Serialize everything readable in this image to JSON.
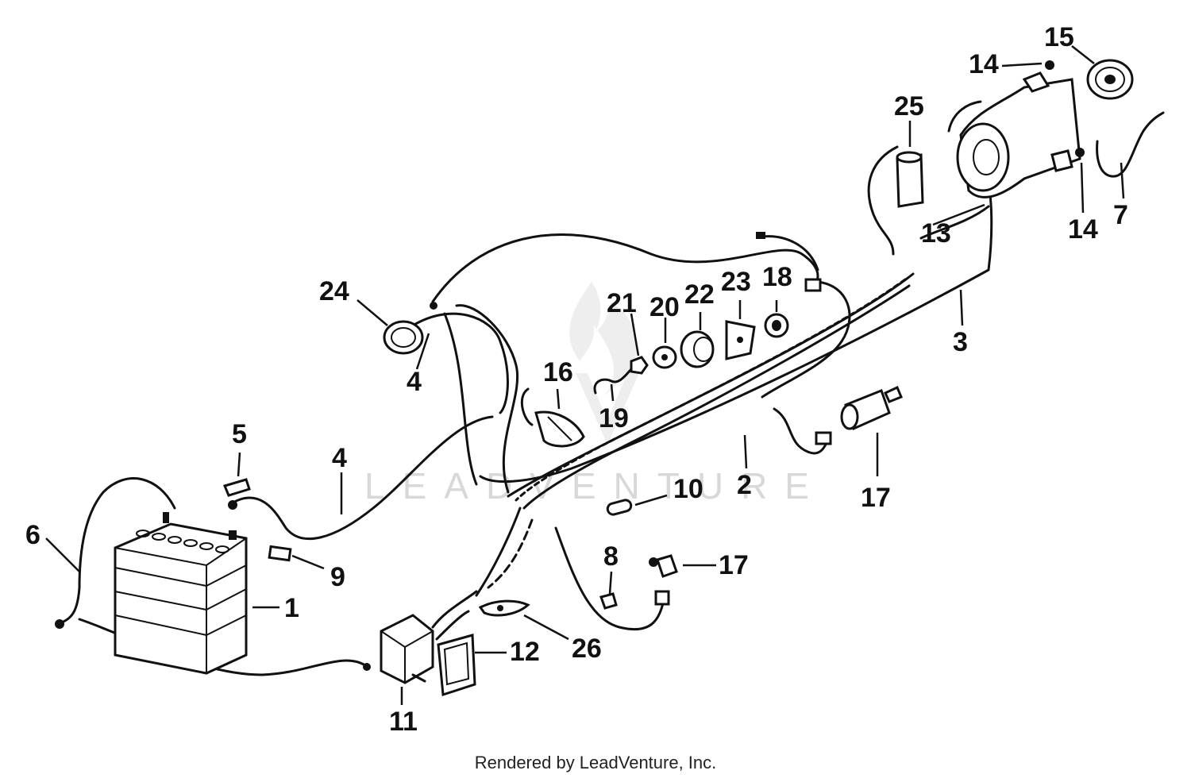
{
  "diagram": {
    "callouts": {
      "c1": "1",
      "c2": "2",
      "c3": "3",
      "c4a": "4",
      "c4b": "4",
      "c5": "5",
      "c6": "6",
      "c7": "7",
      "c8": "8",
      "c9": "9",
      "c10": "10",
      "c11": "11",
      "c12": "12",
      "c13": "13",
      "c14a": "14",
      "c14b": "14",
      "c15": "15",
      "c16": "16",
      "c17a": "17",
      "c17b": "17",
      "c18": "18",
      "c19": "19",
      "c20": "20",
      "c21": "21",
      "c22": "22",
      "c23": "23",
      "c24": "24",
      "c25": "25",
      "c26": "26"
    },
    "watermark": "LEADVENTURE",
    "watermark_logo_icon": "flame-v-logo-icon"
  },
  "footer": {
    "credit": "Rendered by LeadVenture, Inc."
  }
}
